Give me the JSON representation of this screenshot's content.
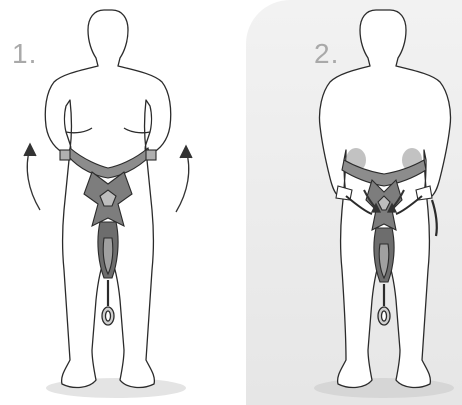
{
  "steps": [
    {
      "label": "1."
    },
    {
      "label": "2."
    }
  ],
  "colors": {
    "panel2_background": "#e9e9e9",
    "step_number": "#a9a9a9",
    "outline": "#2b2b2b",
    "harness_fill": "#8c8c8c",
    "arrow": "#333333"
  },
  "icons": [
    "person-outline",
    "climbing-harness",
    "carabiner",
    "lift-arrow",
    "tighten-arrow"
  ]
}
